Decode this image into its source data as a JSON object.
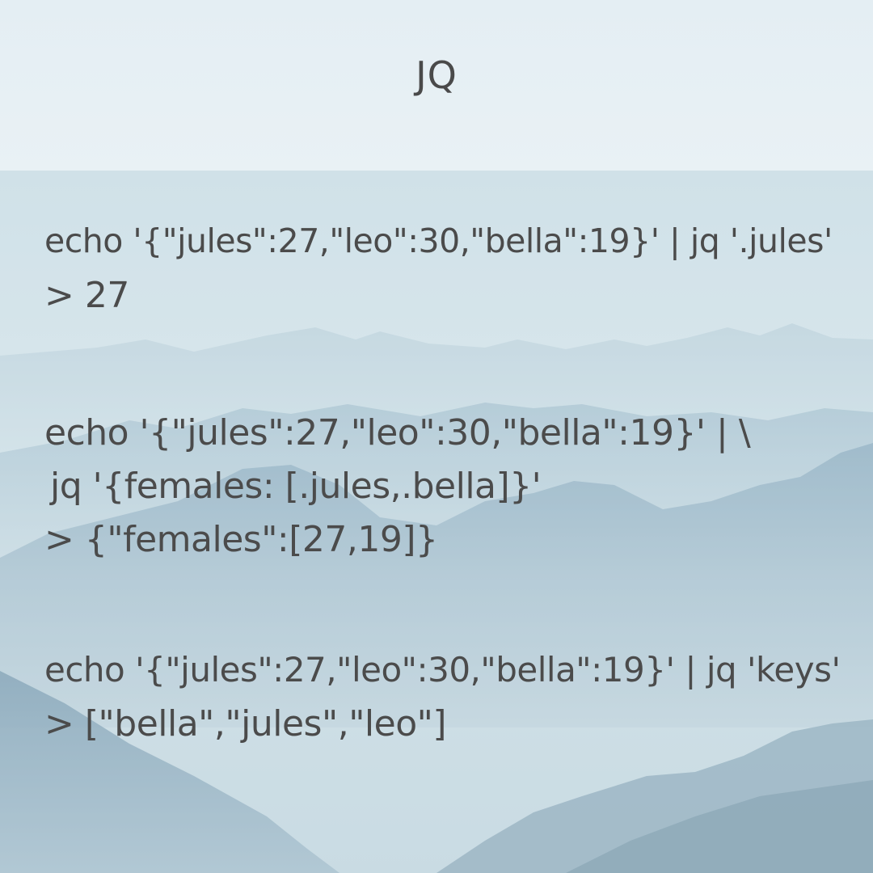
{
  "title": "JQ",
  "examples": [
    {
      "lines": [
        "echo '{\"jules\":27,\"leo\":30,\"bella\":19}' | jq '.jules'",
        "> 27"
      ]
    },
    {
      "lines": [
        "echo '{\"jules\":27,\"leo\":30,\"bella\":19}' | \\",
        "jq '{females: [.jules,.bella]}'",
        "> {\"females\":[27,19]}"
      ]
    },
    {
      "lines": [
        "echo '{\"jules\":27,\"leo\":30,\"bella\":19}' | jq 'keys'",
        "> [\"bella\",\"jules\",\"leo\"]"
      ]
    }
  ],
  "colors": {
    "header_bg": "#e6eff4",
    "text": "#4b4b4b",
    "mountain_dark": "#6f97ad",
    "sky": "#c8dde5"
  }
}
